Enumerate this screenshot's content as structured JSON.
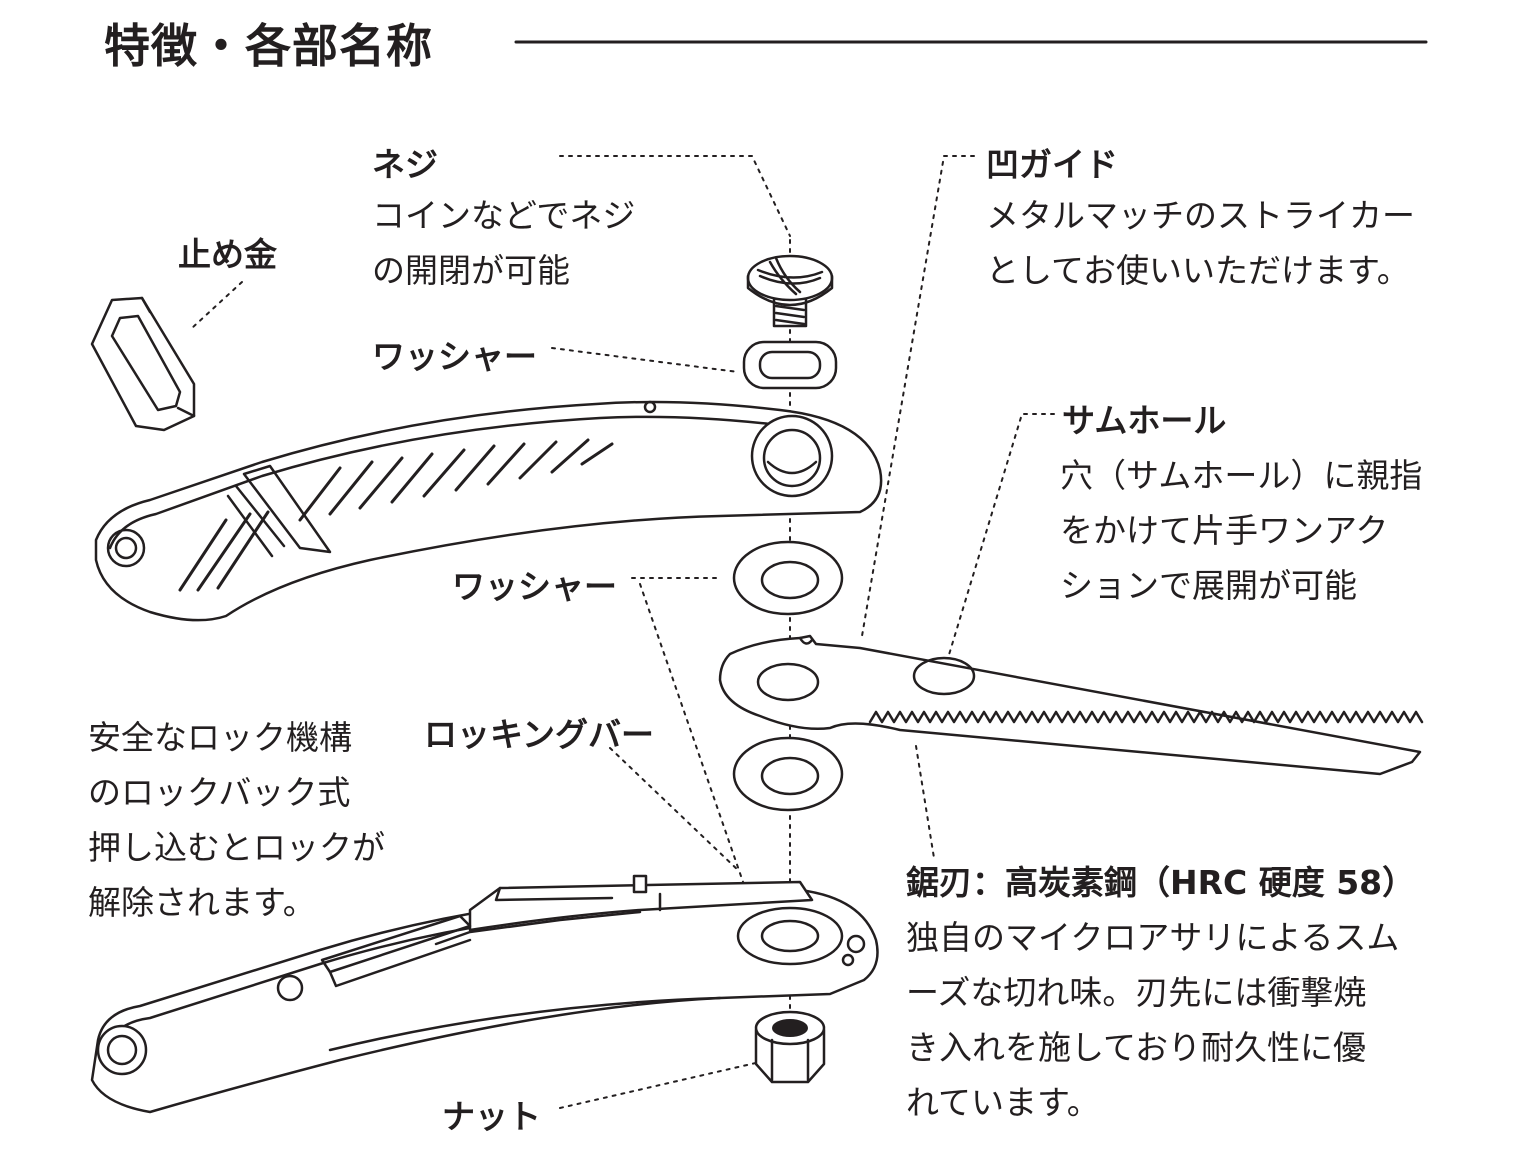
{
  "title": "特徴・各部名称",
  "labels": {
    "stopper": "止め金",
    "screw": "ネジ",
    "screw_desc": [
      "コインなどでネジ",
      "の開閉が可能"
    ],
    "washer_top": "ワッシャー",
    "washer_mid": "ワッシャー",
    "locking_bar": "ロッキングバー",
    "lock_desc": [
      "安全なロック機構",
      "のロックバック式",
      "押し込むとロックが",
      "解除されます。"
    ],
    "nut": "ナット",
    "guide": "凹ガイド",
    "guide_desc": [
      "メタルマッチのストライカー",
      "としてお使いいただけます。"
    ],
    "thumbhole": "サムホール",
    "thumbhole_desc": [
      "穴（サムホール）に親指",
      "をかけて片手ワンアク",
      "ションで展開が可能"
    ],
    "blade": "鋸刃：高炭素鋼（HRC 硬度 58）",
    "blade_desc": [
      "独自のマイクロアサリによるスム",
      "ーズな切れ味。刃先には衝撃焼",
      "き入れを施しており耐久性に優",
      "れています。"
    ]
  }
}
